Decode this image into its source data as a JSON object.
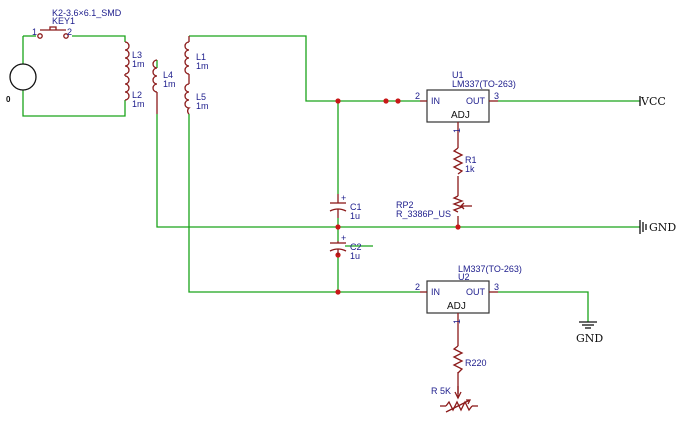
{
  "switch": {
    "footprint": "K2-3.6×6.1_SMD",
    "ref": "KEY1",
    "pin1": "1",
    "pin2": "2"
  },
  "source": {
    "value": "0"
  },
  "inductors": {
    "l3": {
      "ref": "L3",
      "value": "1m"
    },
    "l2": {
      "ref": "L2",
      "value": "1m"
    },
    "l4": {
      "ref": "L4",
      "value": "1m"
    },
    "l1": {
      "ref": "L1",
      "value": "1m"
    },
    "l5": {
      "ref": "L5",
      "value": "1m"
    }
  },
  "u1": {
    "ref": "U1",
    "part": "LM337(TO-263)",
    "in": "IN",
    "out": "OUT",
    "adj": "ADJ",
    "pin_in": "2",
    "pin_out": "3",
    "pin_adj": "1"
  },
  "u2": {
    "ref": "U2",
    "part": "LM337(TO-263)",
    "in": "IN",
    "out": "OUT",
    "adj": "ADJ",
    "pin_in": "2",
    "pin_out": "3",
    "pin_adj": "1"
  },
  "r1": {
    "ref": "R1",
    "value": "1k"
  },
  "rp2": {
    "ref": "RP2",
    "value": "R_3386P_US"
  },
  "c1": {
    "ref": "C1",
    "value": "1u",
    "plus": "+"
  },
  "c2": {
    "ref": "C2",
    "value": "1u",
    "plus": "+"
  },
  "r220": {
    "label": "R220"
  },
  "r5k": {
    "label": "R 5K"
  },
  "nets": {
    "vcc": "VCC",
    "gnd_right": "GND",
    "gnd_bottom": "GND"
  },
  "colors": {
    "wire": "#1aa31a",
    "component": "#8b1a1a",
    "label": "#1c1c8c",
    "junction": "#c81818"
  }
}
